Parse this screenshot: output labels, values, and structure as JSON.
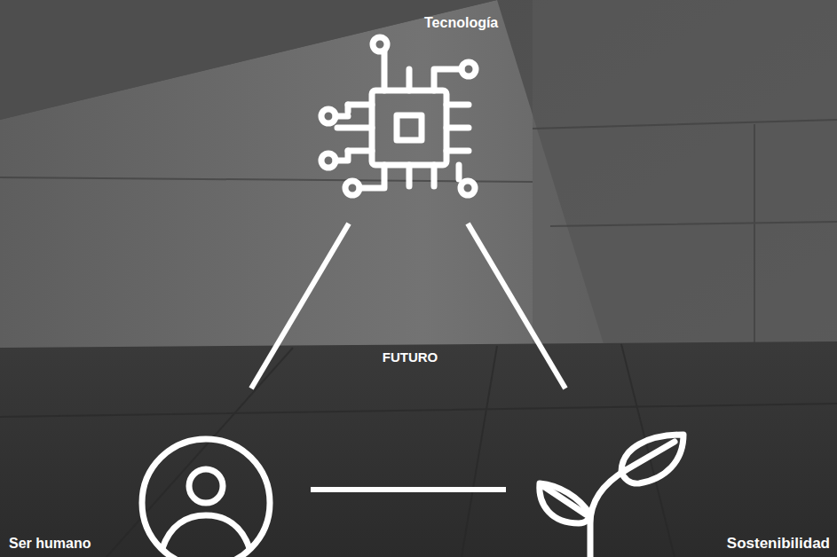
{
  "diagram": {
    "nodes": [
      {
        "text": [
          "Tecnología"
        ]
      },
      {
        "text": [
          "Ser humano"
        ]
      },
      {
        "text": [
          "Sostenibilidad"
        ]
      }
    ],
    "edges": [
      {
        "from": 0,
        "to": 1,
        "arrow": "none"
      },
      {
        "from": 0,
        "to": 2,
        "arrow": "none"
      },
      {
        "from": 1,
        "to": 2,
        "arrow": "none"
      }
    ],
    "labels": [
      "FUTURO"
    ]
  }
}
